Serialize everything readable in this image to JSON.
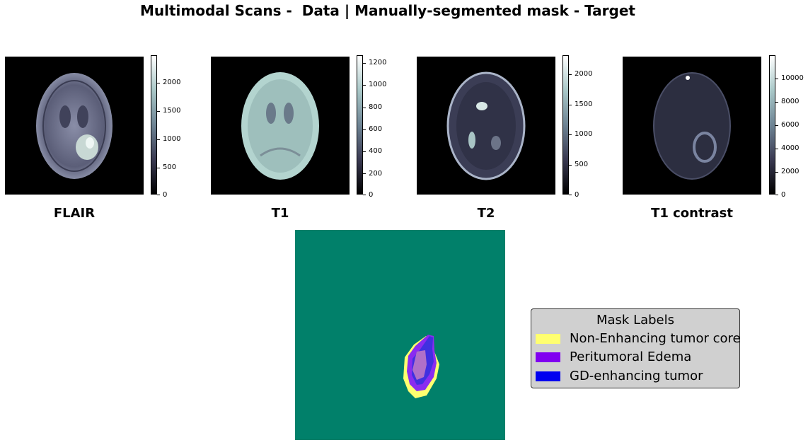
{
  "figure": {
    "title": "Multimodal Scans -  Data | Manually-segmented mask - Target"
  },
  "panels": [
    {
      "label": "FLAIR",
      "colorbar_ticks": [
        "0",
        "500",
        "1000",
        "1500",
        "2000"
      ]
    },
    {
      "label": "T1",
      "colorbar_ticks": [
        "0",
        "200",
        "400",
        "600",
        "800",
        "1000",
        "1200"
      ]
    },
    {
      "label": "T2",
      "colorbar_ticks": [
        "0",
        "500",
        "1000",
        "1500",
        "2000"
      ]
    },
    {
      "label": "T1 contrast",
      "colorbar_ticks": [
        "0",
        "2000",
        "4000",
        "6000",
        "8000",
        "10000"
      ]
    }
  ],
  "legend": {
    "title": "Mask Labels",
    "items": [
      {
        "label": "Non-Enhancing tumor core",
        "color": "#ffff70"
      },
      {
        "label": "Peritumoral Edema",
        "color": "#8000f0"
      },
      {
        "label": "GD-enhancing tumor",
        "color": "#0000f0"
      }
    ]
  },
  "chart_data": [
    {
      "type": "heatmap",
      "title": "FLAIR",
      "colorbar_range": [
        0,
        2450
      ],
      "colormap": "bone"
    },
    {
      "type": "heatmap",
      "title": "T1",
      "colorbar_range": [
        0,
        1260
      ],
      "colormap": "bone"
    },
    {
      "type": "heatmap",
      "title": "T2",
      "colorbar_range": [
        0,
        2300
      ],
      "colormap": "bone"
    },
    {
      "type": "heatmap",
      "title": "T1 contrast",
      "colorbar_range": [
        0,
        11800
      ],
      "colormap": "bone"
    },
    {
      "type": "heatmap",
      "title": "",
      "background_color": "#01806a",
      "classes": [
        "Non-Enhancing tumor core",
        "Peritumoral Edema",
        "GD-enhancing tumor"
      ]
    }
  ],
  "colors": {
    "mask_background": "#01806a",
    "scan_background": "#000000"
  }
}
